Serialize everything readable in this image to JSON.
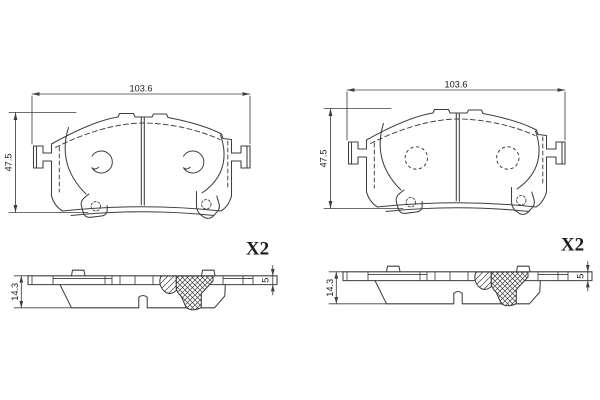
{
  "page": {
    "background_color": "#ffffff",
    "line_color": "#3f3f3f",
    "text_color": "#1c1c1c"
  },
  "drawings": [
    {
      "id": "brake-pad-set-left",
      "front": {
        "width_label": "103.6",
        "height_label": "47.5"
      },
      "side": {
        "height_label": "14.3",
        "plate_thickness_label": "5"
      },
      "quantity_label": "X2"
    },
    {
      "id": "brake-pad-set-right",
      "front": {
        "width_label": "103.6",
        "height_label": "47.5"
      },
      "side": {
        "height_label": "14.3",
        "plate_thickness_label": "5"
      },
      "quantity_label": "X2"
    }
  ]
}
